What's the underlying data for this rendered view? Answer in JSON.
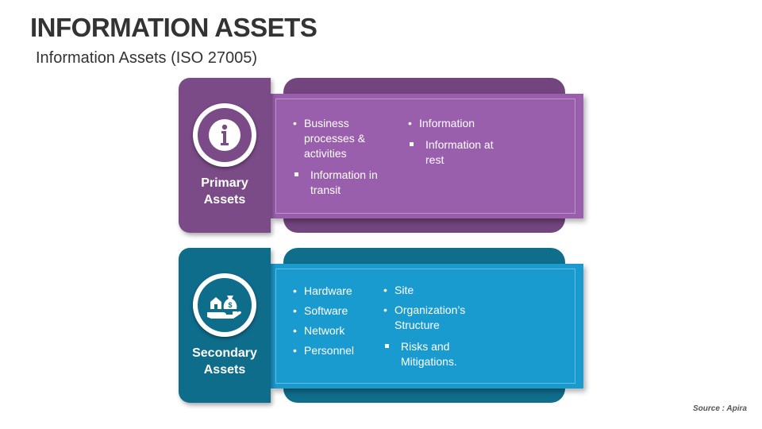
{
  "header": {
    "title": "INFORMATION ASSETS",
    "subtitle": "Information Assets (ISO 27005)"
  },
  "primary": {
    "label": "Primary Assets",
    "icon": "info-icon",
    "color": "#9a5fac",
    "col1": {
      "item": "Business processes & activities",
      "sub": "Information in transit"
    },
    "col2": {
      "item": "Information",
      "sub": "Information at rest"
    }
  },
  "secondary": {
    "label": "Secondary Assets",
    "icon": "assets-hand-icon",
    "color": "#1a9bd0",
    "col1": [
      "Hardware",
      "Software",
      "Network",
      "Personnel"
    ],
    "col2": {
      "items": [
        "Site",
        "Organization’s Structure"
      ],
      "sub": "Risks and Mitigations."
    }
  },
  "footer": {
    "source": "Source : Apira"
  }
}
